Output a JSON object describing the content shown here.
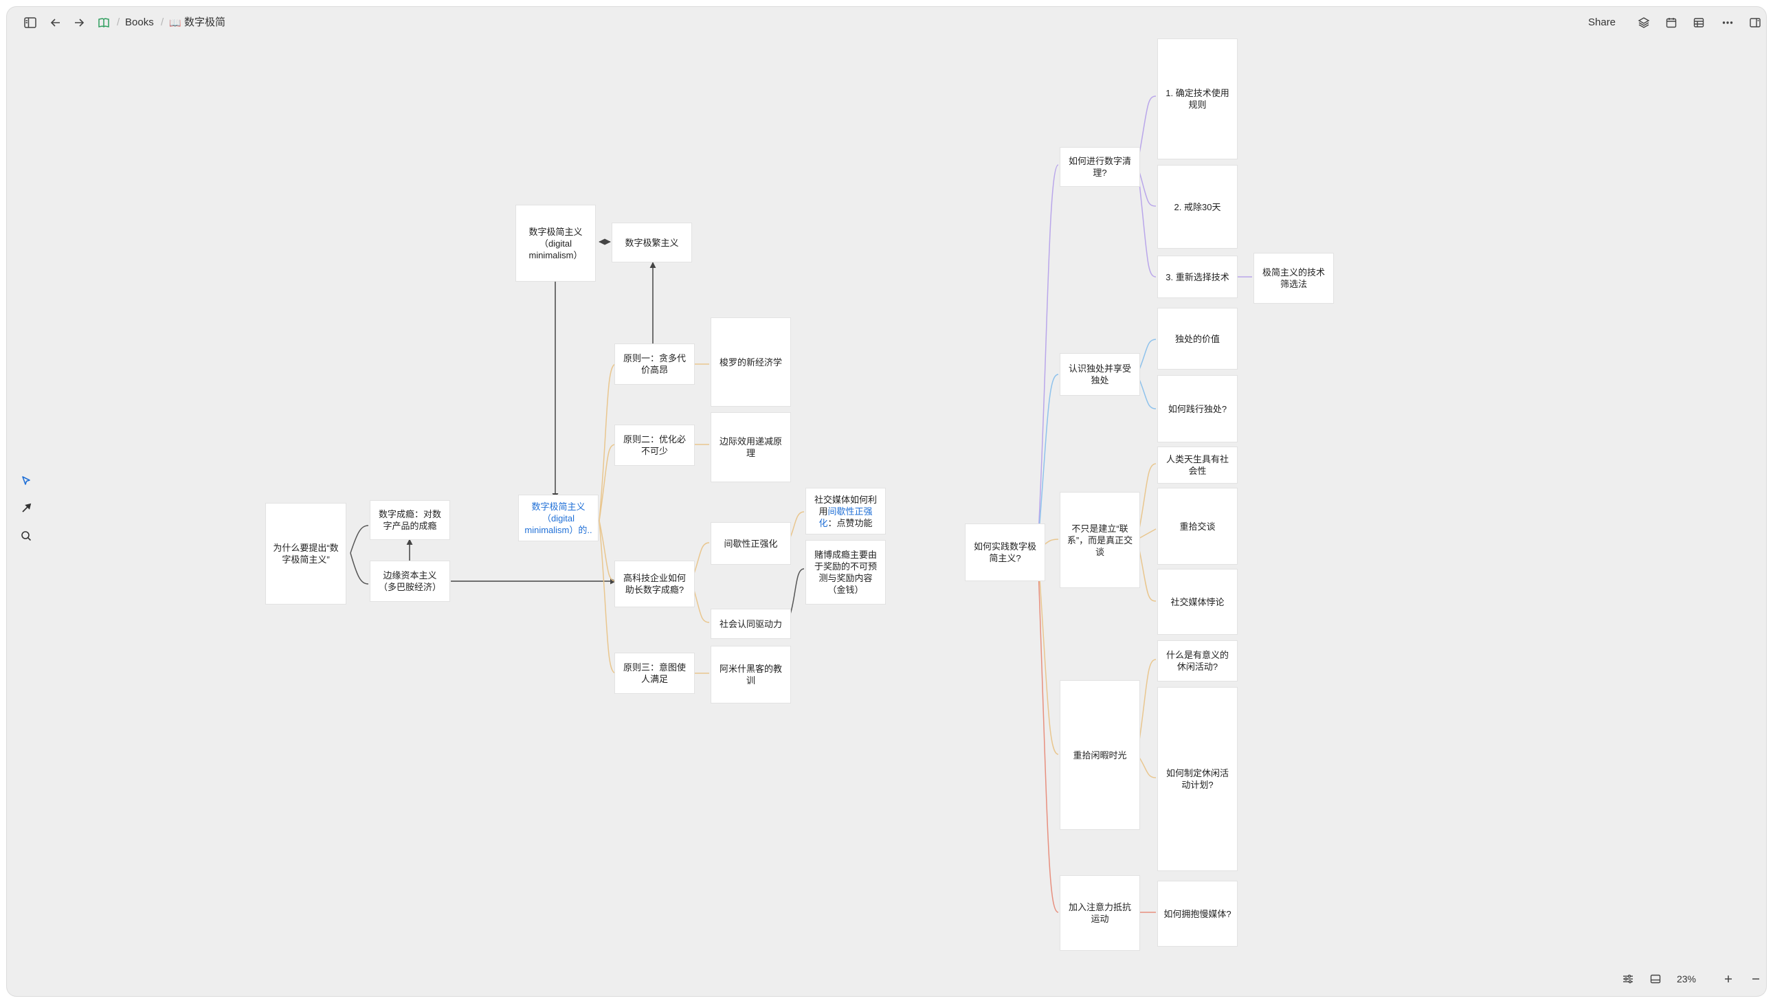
{
  "breadcrumb": {
    "root": "Books",
    "page_emoji": "📖",
    "page_title": "数字极简"
  },
  "toolbar": {
    "share_label": "Share"
  },
  "zoom": {
    "level": "23%"
  },
  "colors": {
    "accent": "#1f6fd6",
    "canvas_bg": "#eeeeee",
    "node_bg": "#ffffff",
    "link_dark": "#444444",
    "link_orange": "#e9c68e",
    "link_purple": "#b9a6ea",
    "link_blue": "#8ec2ec",
    "link_red": "#e78f7e"
  },
  "icons": [
    "sidebar-toggle-icon",
    "arrow-left-icon",
    "arrow-right-icon",
    "book-icon",
    "layers-icon",
    "calendar-icon",
    "table-icon",
    "more-icon",
    "panel-right-icon",
    "pointer-icon",
    "connector-icon",
    "search-icon",
    "sliders-icon",
    "tray-icon",
    "zoom-in-icon",
    "zoom-out-icon"
  ],
  "nodes": {
    "why": "为什么要提出“数字极简主义”",
    "addiction": "数字成瘾：对数字产品的成瘾",
    "dopamine": "边缘资本主义（多巴胺经济）",
    "dm_top": "数字极简主义（digital minimalism）",
    "maximalism": "数字极繁主义",
    "dm_center": "数字极简主义（digital minimalism）的..",
    "p1": "原则一：贪多代价高昂",
    "thoreau": "梭罗的新经济学",
    "p2": "原则二：优化必不可少",
    "marginal": "边际效用递减原理",
    "tech_co": "高科技企业如何助长数字成瘾?",
    "intermittent": "间歇性正强化",
    "social_drive": "社会认同驱动力",
    "sm_pre": "社交媒体如何利用",
    "sm_blue": "间歇性正强化",
    "sm_post": "：点赞功能",
    "gambling": "赌博成瘾主要由于奖励的不可预测与奖励内容（金钱）",
    "p3": "原则三：意图使人满足",
    "amish": "阿米什黑客的教训",
    "practice": "如何实践数字极简主义?",
    "declutter": "如何进行数字清理?",
    "rule1": "1. 确定技术使用规则",
    "rule2": "2. 戒除30天",
    "rule3": "3. 重新选择技术",
    "filter": "极简主义的技术筛选法",
    "solitude": "认识独处并享受独处",
    "solitude_value": "独处的价值",
    "solitude_how": "如何践行独处?",
    "connect": "不只是建立“联系”，而是真正交谈",
    "social_nature": "人类天生具有社会性",
    "talk": "重拾交谈",
    "paradox": "社交媒体悖论",
    "leisure": "重拾闲暇时光",
    "meaningful": "什么是有意义的休闲活动?",
    "leisure_plan": "如何制定休闲活动计划?",
    "resistance": "加入注意力抵抗运动",
    "slow_media": "如何拥抱慢媒体?"
  }
}
